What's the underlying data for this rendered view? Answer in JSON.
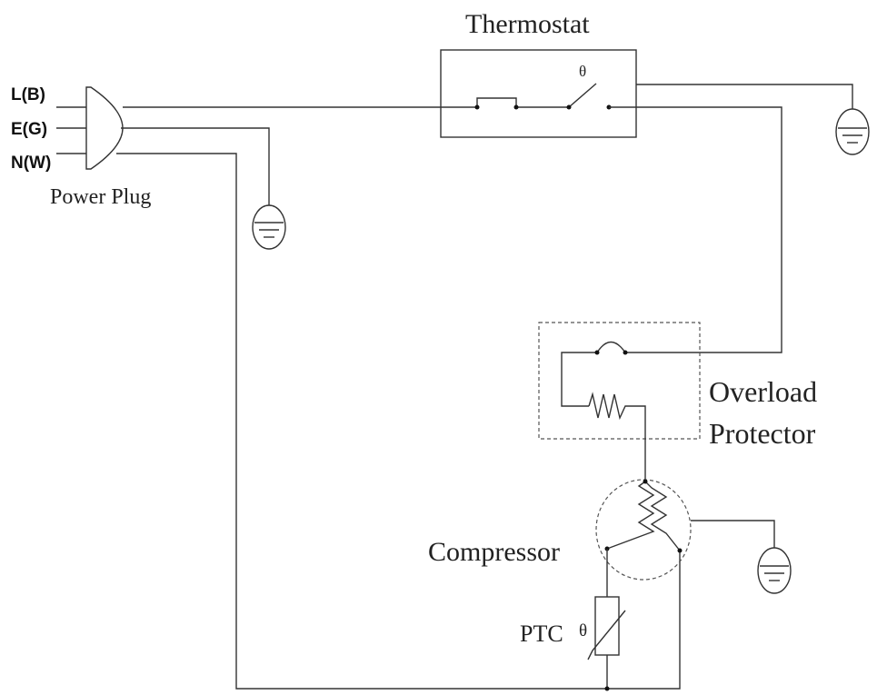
{
  "labels": {
    "thermostat": "Thermostat",
    "theta_thermostat": "θ",
    "plug_l": "L(B)",
    "plug_e": "E(G)",
    "plug_n": "N(W)",
    "power_plug": "Power Plug",
    "overload_line1": "Overload",
    "overload_line2": "Protector",
    "compressor": "Compressor",
    "ptc": "PTC",
    "theta_ptc": "θ"
  }
}
